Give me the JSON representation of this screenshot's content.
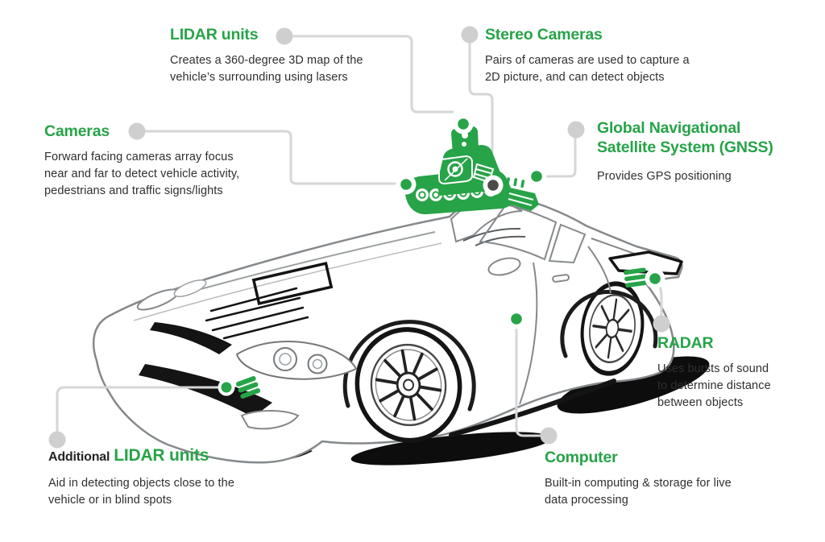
{
  "title": "Self-driving car sensor diagram",
  "colors": {
    "accent_green": "#27a348",
    "connector_gray": "#d6d6d6",
    "dot_gray": "#cfcfcf",
    "dark_marker": "#4b4b4b",
    "text_dark": "#2e2f31",
    "line_art_gray": "#85898c",
    "ink_black": "#141414"
  },
  "labels": {
    "lidar": {
      "title": "LIDAR units",
      "desc": "Creates a 360-degree 3D map of the\nvehicle’s surrounding using lasers"
    },
    "stereo": {
      "title": "Stereo Cameras",
      "desc": "Pairs of cameras are used to capture a\n2D picture, and can detect objects"
    },
    "cameras": {
      "title": "Cameras",
      "desc": "Forward facing cameras array focus\nnear and far to detect vehicle activity,\npedestrians and traffic signs/lights"
    },
    "gnss": {
      "title": "Global Navigational\nSatellite System (GNSS)",
      "desc": "Provides GPS positioning"
    },
    "radar": {
      "title": "RADAR",
      "desc": "Uses bursts of sound\nto determine distance\nbetween objects"
    },
    "computer": {
      "title": "Computer",
      "desc": "Built-in computing & storage for live\ndata processing"
    },
    "additional_lidar": {
      "title_prefix": "Additional",
      "title": "LIDAR units",
      "desc": "Aid in detecting objects close to the\nvehicle or in blind spots"
    }
  }
}
